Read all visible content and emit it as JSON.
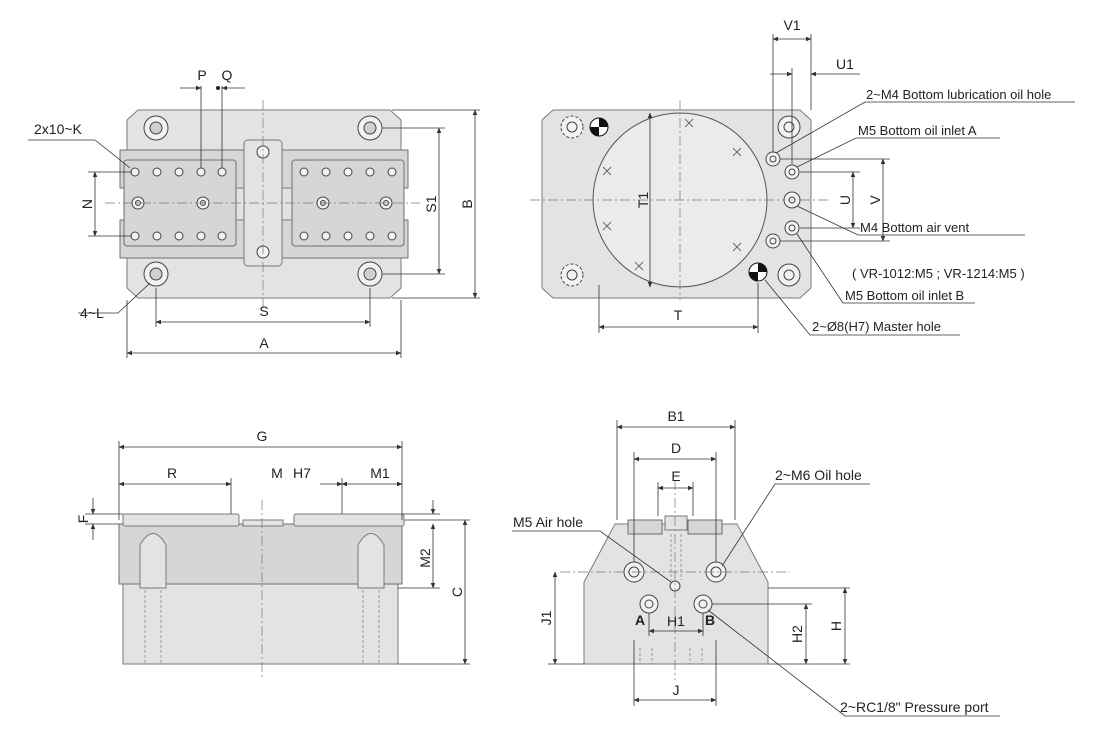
{
  "colors": {
    "body": "#e3e3e3",
    "line": "#333333",
    "master": "#111111"
  },
  "top_view": {
    "labels": {
      "p": "P",
      "q": "Q",
      "k": "2x10~K",
      "n": "N",
      "s1": "S1",
      "b": "B",
      "l": "4~L",
      "s": "S",
      "a": "A"
    }
  },
  "bottom_view": {
    "labels": {
      "v1": "V1",
      "u1": "U1",
      "t1": "T1",
      "t": "T",
      "u": "U",
      "v": "V"
    },
    "callouts": {
      "lube": "2~M4 Bottom lubrication oil hole",
      "inlet_a": "M5 Bottom oil inlet A",
      "air_vent": "M4 Bottom air vent",
      "air_vent_note": "( VR-1012:M5 ; VR-1214:M5 )",
      "inlet_b": "M5 Bottom oil inlet B",
      "master": "2~Ø8(H7) Master hole"
    }
  },
  "front_view": {
    "labels": {
      "g": "G",
      "r": "R",
      "m": "M",
      "h7": "H7",
      "m1": "M1",
      "f": "F",
      "m2": "M2",
      "c": "C"
    }
  },
  "side_view": {
    "labels": {
      "b1": "B1",
      "d": "D",
      "e": "E",
      "j1": "J1",
      "h1": "H1",
      "a": "A",
      "b": "B",
      "h2": "H2",
      "h": "H",
      "j": "J"
    },
    "callouts": {
      "oil_hole": "2~M6 Oil hole",
      "air_hole": "M5 Air hole",
      "pressure": "2~RC1/8\" Pressure port"
    }
  }
}
